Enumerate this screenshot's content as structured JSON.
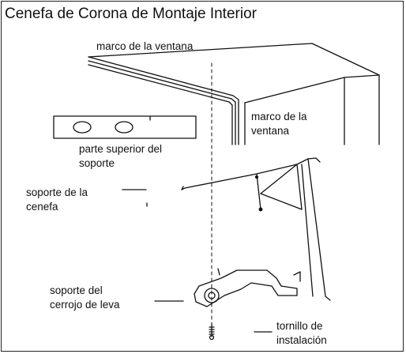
{
  "title": "Cenefa de Corona de Montaje Interior",
  "labels": {
    "window_frame_top": "marco de la ventana",
    "window_frame_side_line1": "marco de la",
    "window_frame_side_line2": "ventana",
    "bracket_top_line1": "parte superior del",
    "bracket_top_line2": "soporte",
    "valance_bracket_line1": "soporte de la",
    "valance_bracket_line2": "cenefa",
    "cam_lock_bracket_line1": "soporte del",
    "cam_lock_bracket_line2": "cerrojo de leva",
    "install_screw_line1": "tornillo de",
    "install_screw_line2": "instalación"
  }
}
